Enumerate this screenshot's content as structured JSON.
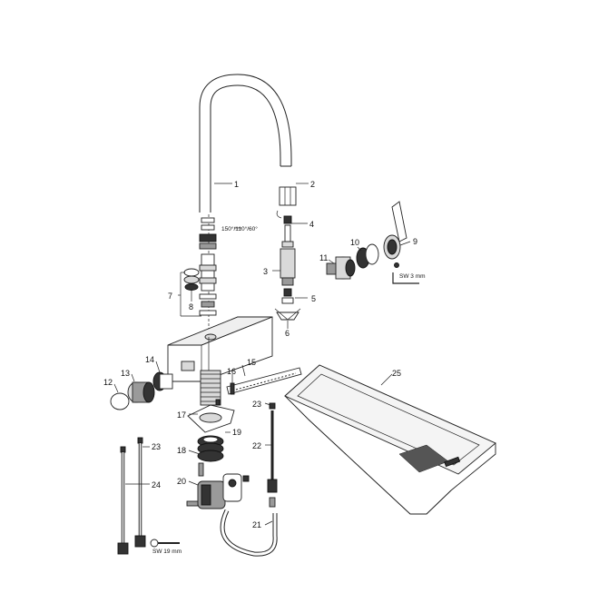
{
  "diagram": {
    "callouts": [
      {
        "id": "c1",
        "text": "1"
      },
      {
        "id": "c2",
        "text": "2"
      },
      {
        "id": "c3",
        "text": "3"
      },
      {
        "id": "c4",
        "text": "4"
      },
      {
        "id": "c5",
        "text": "5"
      },
      {
        "id": "c6",
        "text": "6"
      },
      {
        "id": "c7",
        "text": "7"
      },
      {
        "id": "c8",
        "text": "8"
      },
      {
        "id": "c9",
        "text": "9"
      },
      {
        "id": "c10",
        "text": "10"
      },
      {
        "id": "c11",
        "text": "11"
      },
      {
        "id": "c12",
        "text": "12"
      },
      {
        "id": "c13",
        "text": "13"
      },
      {
        "id": "c14",
        "text": "14"
      },
      {
        "id": "c15",
        "text": "15"
      },
      {
        "id": "c16",
        "text": "16"
      },
      {
        "id": "c17",
        "text": "17"
      },
      {
        "id": "c18",
        "text": "18"
      },
      {
        "id": "c19",
        "text": "19"
      },
      {
        "id": "c20",
        "text": "20"
      },
      {
        "id": "c21",
        "text": "21"
      },
      {
        "id": "c22",
        "text": "22"
      },
      {
        "id": "c23a",
        "text": "23"
      },
      {
        "id": "c23b",
        "text": "23"
      },
      {
        "id": "c24",
        "text": "24"
      },
      {
        "id": "c25",
        "text": "25"
      }
    ],
    "notes": {
      "swivel_angles": "150°/110°/60°",
      "wrench_3": "SW 3 mm",
      "wrench_19": "SW 19 mm"
    },
    "colors": {
      "line": "#222222",
      "fill_light": "#d9d9d9",
      "fill_mid": "#9a9a9a",
      "fill_dark": "#333333"
    }
  }
}
